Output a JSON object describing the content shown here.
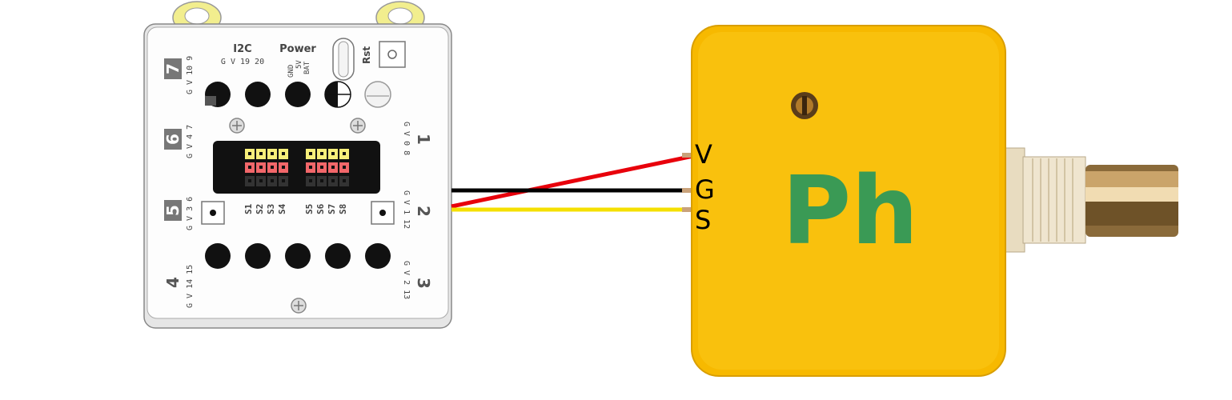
{
  "controller": {
    "i2c_label": "I2C",
    "i2c_pins": "G V 19 20",
    "power_label": "Power",
    "power_pins": [
      "GND",
      "5V",
      "BAT"
    ],
    "rst_label": "Rst",
    "port_numbers": [
      "1",
      "2",
      "3",
      "4",
      "5",
      "6",
      "7"
    ],
    "port_pins": {
      "p1": "G V 0 8",
      "p2": "G V 1 12",
      "p3": "G V 2 13",
      "p4": "G V 14 15",
      "p5": "G V 3 6",
      "p6": "G V 4 7",
      "p7": "G V 10 9"
    },
    "servo_labels": [
      "S1",
      "S2",
      "S3",
      "S4",
      "S5",
      "S6",
      "S7",
      "S8"
    ]
  },
  "wires": [
    {
      "label": "V",
      "color": "#e8000b"
    },
    {
      "label": "G",
      "color": "#000000"
    },
    {
      "label": "S",
      "color": "#f5e000"
    }
  ],
  "sensor": {
    "label": "Ph",
    "body_color": "#f7b900",
    "text_color": "#3a9a55"
  }
}
